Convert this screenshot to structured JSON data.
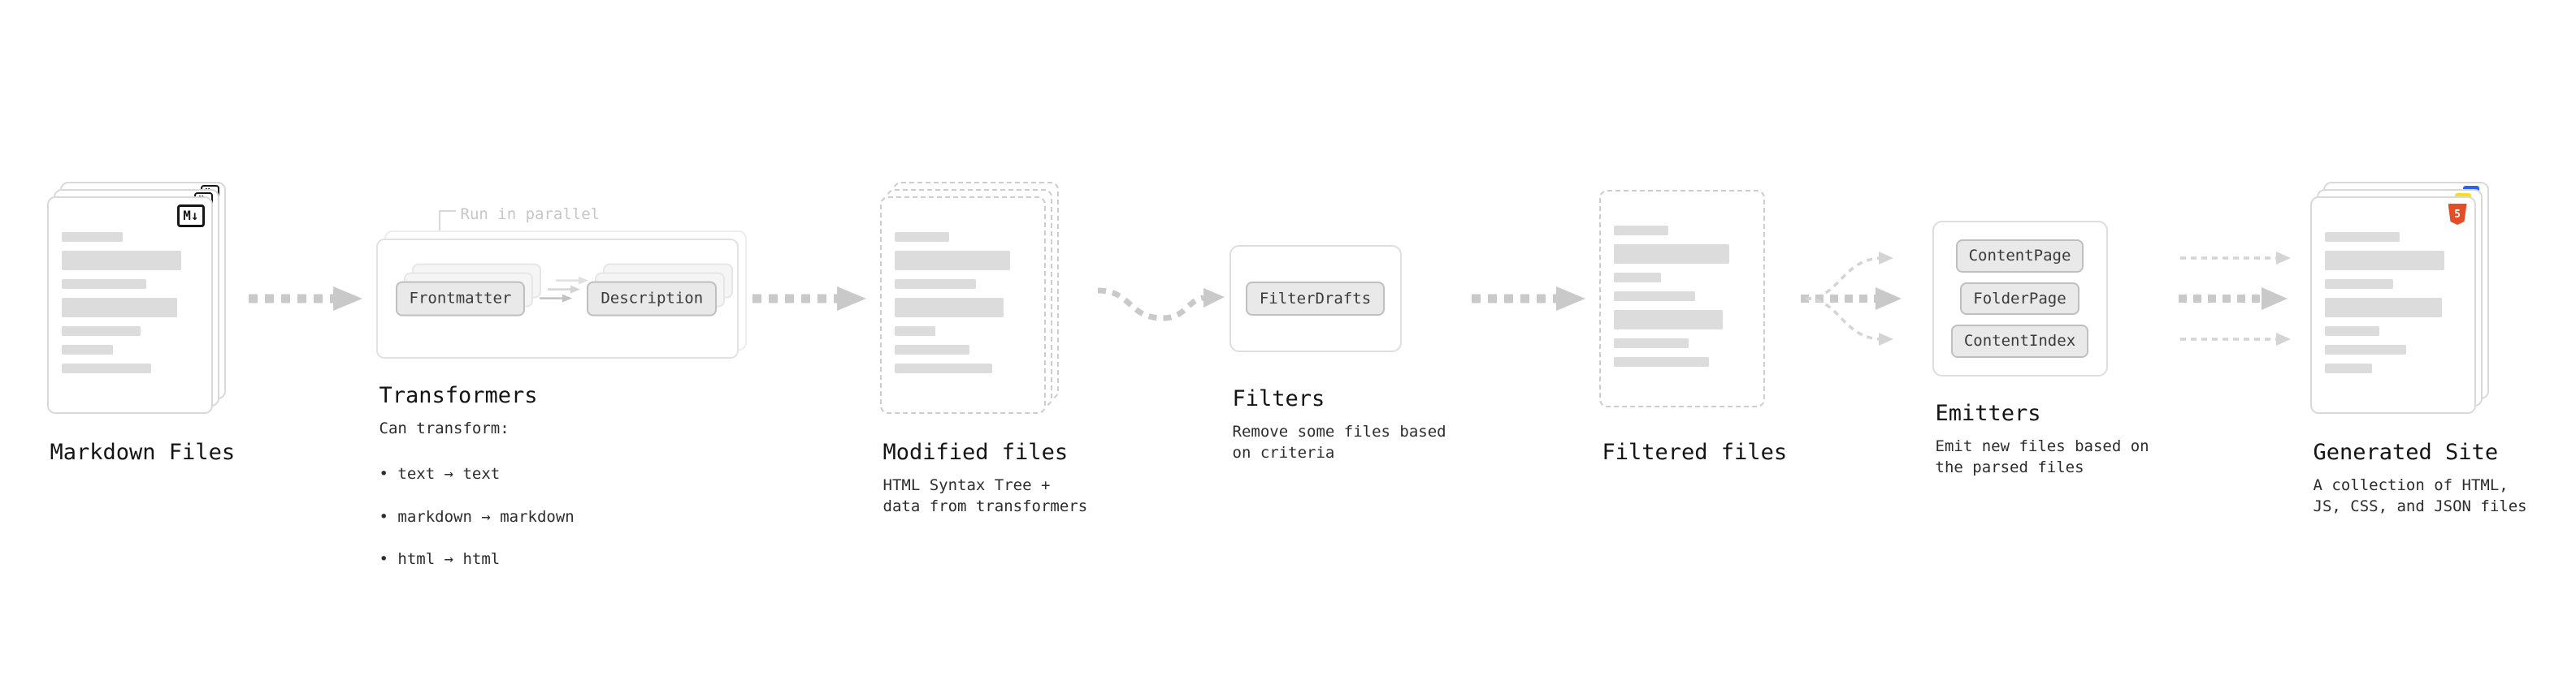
{
  "colors": {
    "arrow_thick": "#c9c9c9",
    "arrow_thin": "#d4d4d4",
    "chip_bg": "#e9e9e9",
    "chip_border": "#bfbfbf",
    "doc_border": "#d9d9d9",
    "placeholder_bar": "#dcdcdc",
    "html5_orange": "#e44d26",
    "js_yellow": "#f7df1e",
    "css_blue": "#2965f1"
  },
  "pipeline": {
    "markdown_files": {
      "label": "Markdown Files",
      "badge": "M↓"
    },
    "transformers": {
      "note": "Run in parallel",
      "chip_left": "Frontmatter",
      "chip_right": "Description",
      "heading": "Transformers",
      "desc_title": "Can transform:",
      "bullets": [
        "• text → text",
        "• markdown → markdown",
        "• html → html"
      ]
    },
    "modified_files": {
      "heading": "Modified files",
      "desc": "HTML Syntax Tree +\ndata from transformers"
    },
    "filters": {
      "chip": "FilterDrafts",
      "heading": "Filters",
      "desc": "Remove some files based\non criteria"
    },
    "filtered_files": {
      "heading": "Filtered files"
    },
    "emitters": {
      "chips": [
        "ContentPage",
        "FolderPage",
        "ContentIndex"
      ],
      "heading": "Emitters",
      "desc": "Emit new files based on\nthe parsed files"
    },
    "generated_site": {
      "heading": "Generated Site",
      "desc": "A collection of HTML,\nJS, CSS, and JSON files",
      "badge": "5"
    }
  }
}
